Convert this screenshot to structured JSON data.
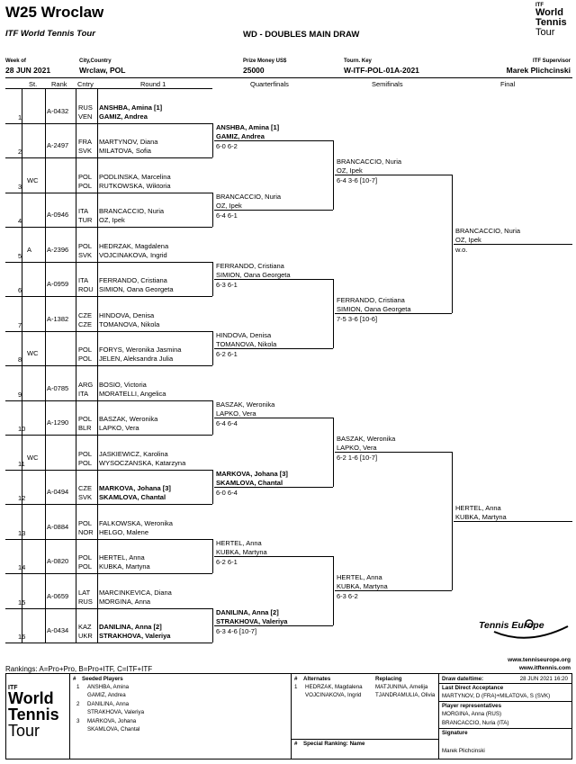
{
  "header": {
    "title": "W25 Wroclaw",
    "tour": "ITF World Tennis Tour",
    "draw_title": "WD - DOUBLES MAIN DRAW",
    "logo_lines": [
      "ITF",
      "World",
      "Tennis",
      "Tour"
    ],
    "week_label": "Week of",
    "week_value": "28 JUN 2021",
    "city_label": "City,Country",
    "city_value": "Wrclaw, POL",
    "prize_label": "Prize Money US$",
    "prize_value": "25000",
    "key_label": "Tourn. Key",
    "key_value": "W-ITF-POL-01A-2021",
    "sup_label": "ITF Supervisor",
    "sup_value": "Marek Plichcinski"
  },
  "columns": {
    "st": "St.",
    "rank": "Rank",
    "cntry": "Cntry",
    "r1": "Round 1",
    "qf": "Quarterfinals",
    "sf": "Semifinals",
    "final": "Final"
  },
  "draw": [
    {
      "pos": "1",
      "st": "",
      "rank": "A-0432",
      "c1": "RUS",
      "c2": "VEN",
      "p1": "ANSHBA, Amina [1]",
      "p2": "GAMIZ, Andrea",
      "bold": true
    },
    {
      "pos": "2",
      "st": "",
      "rank": "A-2497",
      "c1": "FRA",
      "c2": "SVK",
      "p1": "MARTYNOV, Diana",
      "p2": "MILATOVA, Sofia",
      "bold": false
    },
    {
      "pos": "3",
      "st": "WC",
      "rank": "",
      "c1": "POL",
      "c2": "POL",
      "p1": "PODLINSKA, Marcelina",
      "p2": "RUTKOWSKA, Wiktoria",
      "bold": false
    },
    {
      "pos": "4",
      "st": "",
      "rank": "A-0946",
      "c1": "ITA",
      "c2": "TUR",
      "p1": "BRANCACCIO, Nuria",
      "p2": "OZ, Ipek",
      "bold": false
    },
    {
      "pos": "5",
      "st": "A",
      "rank": "A-2396",
      "c1": "POL",
      "c2": "SVK",
      "p1": "HEDRZAK, Magdalena",
      "p2": "VOJCINAKOVA, Ingrid",
      "bold": false
    },
    {
      "pos": "6",
      "st": "",
      "rank": "A-0959",
      "c1": "ITA",
      "c2": "ROU",
      "p1": "FERRANDO, Cristiana",
      "p2": "SIMION, Oana Georgeta",
      "bold": false
    },
    {
      "pos": "7",
      "st": "",
      "rank": "A-1382",
      "c1": "CZE",
      "c2": "CZE",
      "p1": "HINDOVA, Denisa",
      "p2": "TOMANOVA, Nikola",
      "bold": false
    },
    {
      "pos": "8",
      "st": "WC",
      "rank": "",
      "c1": "POL",
      "c2": "POL",
      "p1": "FORYS, Weronika Jasmina",
      "p2": "JELEN, Aleksandra Julia",
      "bold": false
    },
    {
      "pos": "9",
      "st": "",
      "rank": "A-0785",
      "c1": "ARG",
      "c2": "ITA",
      "p1": "BOSIO, Victoria",
      "p2": "MORATELLI, Angelica",
      "bold": false
    },
    {
      "pos": "10",
      "st": "",
      "rank": "A-1290",
      "c1": "POL",
      "c2": "BLR",
      "p1": "BASZAK, Weronika",
      "p2": "LAPKO, Vera",
      "bold": false
    },
    {
      "pos": "11",
      "st": "WC",
      "rank": "",
      "c1": "POL",
      "c2": "POL",
      "p1": "JASKIEWICZ, Karolina",
      "p2": "WYSOCZANSKA, Katarzyna",
      "bold": false
    },
    {
      "pos": "12",
      "st": "",
      "rank": "A-0494",
      "c1": "CZE",
      "c2": "SVK",
      "p1": "MARKOVA, Johana [3]",
      "p2": "SKAMLOVA, Chantal",
      "bold": true
    },
    {
      "pos": "13",
      "st": "",
      "rank": "A-0884",
      "c1": "POL",
      "c2": "NOR",
      "p1": "FALKOWSKA, Weronika",
      "p2": "HELGO, Malene",
      "bold": false
    },
    {
      "pos": "14",
      "st": "",
      "rank": "A-0820",
      "c1": "POL",
      "c2": "POL",
      "p1": "HERTEL, Anna",
      "p2": "KUBKA, Martyna",
      "bold": false
    },
    {
      "pos": "15",
      "st": "",
      "rank": "A-0659",
      "c1": "LAT",
      "c2": "RUS",
      "p1": "MARCINKEVICA, Diana",
      "p2": "MORGINA, Anna",
      "bold": false
    },
    {
      "pos": "16",
      "st": "",
      "rank": "A-0434",
      "c1": "KAZ",
      "c2": "UKR",
      "p1": "DANILINA, Anna [2]",
      "p2": "STRAKHOVA, Valeriya",
      "bold": true
    }
  ],
  "qf": [
    {
      "p1": "ANSHBA, Amina [1]",
      "p2": "GAMIZ, Andrea",
      "score": "6-0 6-2",
      "bold": true
    },
    {
      "p1": "BRANCACCIO, Nuria",
      "p2": "OZ, Ipek",
      "score": "6-4 6-1",
      "bold": false
    },
    {
      "p1": "FERRANDO, Cristiana",
      "p2": "SIMION, Oana Georgeta",
      "score": "6-3 6-1",
      "bold": false
    },
    {
      "p1": "HINDOVA, Denisa",
      "p2": "TOMANOVA, Nikola",
      "score": "6-2 6-1",
      "bold": false
    },
    {
      "p1": "BASZAK, Weronika",
      "p2": "LAPKO, Vera",
      "score": "6-4 6-4",
      "bold": false
    },
    {
      "p1": "MARKOVA, Johana [3]",
      "p2": "SKAMLOVA, Chantal",
      "score": "6-0 6-4",
      "bold": true
    },
    {
      "p1": "HERTEL, Anna",
      "p2": "KUBKA, Martyna",
      "score": "6-2 6-1",
      "bold": false
    },
    {
      "p1": "DANILINA, Anna [2]",
      "p2": "STRAKHOVA, Valeriya",
      "score": "6-3 4-6 [10-7]",
      "bold": true
    }
  ],
  "sf": [
    {
      "p1": "BRANCACCIO, Nuria",
      "p2": "OZ, Ipek",
      "score": "6-4 3-6 [10-7]"
    },
    {
      "p1": "FERRANDO, Cristiana",
      "p2": "SIMION, Oana Georgeta",
      "score": "7-5 3-6 [10-6]"
    },
    {
      "p1": "BASZAK, Weronika",
      "p2": "LAPKO, Vera",
      "score": "6-2 1-6 [10-7]"
    },
    {
      "p1": "HERTEL, Anna",
      "p2": "KUBKA, Martyna",
      "score": "6-3 6-2"
    }
  ],
  "final": [
    {
      "p1": "BRANCACCIO, Nuria",
      "p2": "OZ, Ipek",
      "score": "w.o."
    },
    {
      "p1": "HERTEL, Anna",
      "p2": "KUBKA, Martyna",
      "score": ""
    }
  ],
  "tennis_europe": "Tennis Europe",
  "urls": [
    "www.tenniseurope.org",
    "www.itftennis.com"
  ],
  "rankings_note": "Rankings: A=Pro+Pro, B=Pro+ITF, C=ITF+ITF",
  "footer": {
    "seeded_hdr": "Seeded Players",
    "seeded": [
      {
        "n": "1",
        "a": "ANSHBA, Amina",
        "b": "GAMIZ, Andrea"
      },
      {
        "n": "2",
        "a": "DANILINA, Anna",
        "b": "STRAKHOVA, Valeriya"
      },
      {
        "n": "3",
        "a": "MARKOVA, Johana",
        "b": "SKAMLOVA, Chantal"
      }
    ],
    "alt_hdr": "Alternates",
    "alt": [
      {
        "n": "1",
        "a": "HEDRZAK, Magdalena",
        "b": "VOJCINAKOVA, Ingrid"
      }
    ],
    "repl_hdr": "Replacing",
    "repl": [
      "MATJUNINA, Amelija",
      "TJANDRAMULIA, Olivia"
    ],
    "special_hdr": "Special Ranking: Name",
    "drawdate_lbl": "Draw date/time:",
    "drawdate_val": "28 JUN 2021 16:20",
    "lda_lbl": "Last Direct Acceptance",
    "lda_val": "MARTYNOV, D (FRA)+MILATOVA, S (SVK)",
    "prep_lbl": "Player representatives",
    "prep": [
      "MORGINA, Anna (RUS)",
      "BRANCACCIO, Nuria (ITA)"
    ],
    "sig_lbl": "Signature",
    "sig_val": "Marek Plichcinski",
    "hash": "#"
  }
}
